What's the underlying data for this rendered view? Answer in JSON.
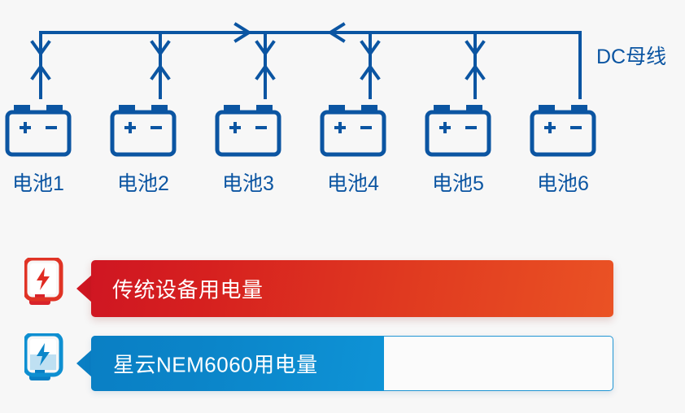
{
  "background_color": "#f7f7f7",
  "diagram": {
    "bus": {
      "label": "DC母线",
      "color": "#0b55a2",
      "flow_arrows": [
        "right",
        "left"
      ]
    },
    "batteries": [
      {
        "label": "电池1"
      },
      {
        "label": "电池2"
      },
      {
        "label": "电池3"
      },
      {
        "label": "电池4"
      },
      {
        "label": "电池5"
      },
      {
        "label": "电池6"
      }
    ],
    "battery_terminals": {
      "positive": "+",
      "negative": "−"
    }
  },
  "comparison": {
    "rows": [
      {
        "id": "legacy",
        "icon": "power-device-red-icon",
        "label": "传统设备用电量",
        "fill_percent": 100,
        "color_start": "#cf1622",
        "color_end": "#ea5224"
      },
      {
        "id": "nem6060",
        "icon": "power-device-blue-icon",
        "label": "星云NEM6060用电量",
        "fill_percent": 56,
        "color_start": "#0a7fc4",
        "color_end": "#0e93d6",
        "track_border_color": "#2196d4",
        "track_fill_color": "#fbfbfb"
      }
    ]
  },
  "chart_data": {
    "type": "bar",
    "title": "",
    "orientation": "horizontal",
    "categories": [
      "传统设备用电量",
      "星云NEM6060用电量"
    ],
    "values": [
      100,
      56
    ],
    "unit": "%",
    "xlabel": "",
    "ylabel": "",
    "xlim": [
      0,
      100
    ],
    "grid": false,
    "legend": "none",
    "notes": "Relative power consumption comparison; legacy device bar is full width, NEM6060 bar fills about 56% of the same track."
  }
}
